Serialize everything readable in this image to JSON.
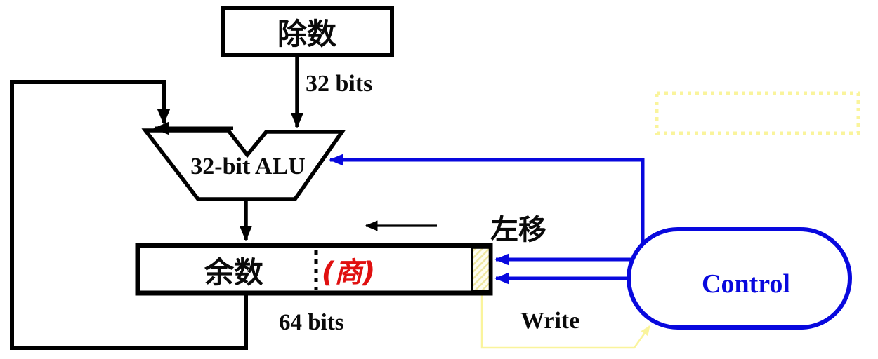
{
  "diagram": {
    "divisor_box": {
      "label": "除数"
    },
    "bus_labels": {
      "divisor_width": "32 bits",
      "register_width": "64 bits"
    },
    "alu": {
      "label": "32-bit ALU"
    },
    "remainder_register": {
      "remainder_label": "余数",
      "quotient_label": "(商)",
      "shift_left_label": "左移",
      "write_label": "Write"
    },
    "control_unit": {
      "label": "Control"
    },
    "colors": {
      "wire_black": "#000000",
      "control_blue": "#0808de",
      "quotient_red": "#e01010",
      "highlight_yellow": "#faf49c"
    }
  }
}
